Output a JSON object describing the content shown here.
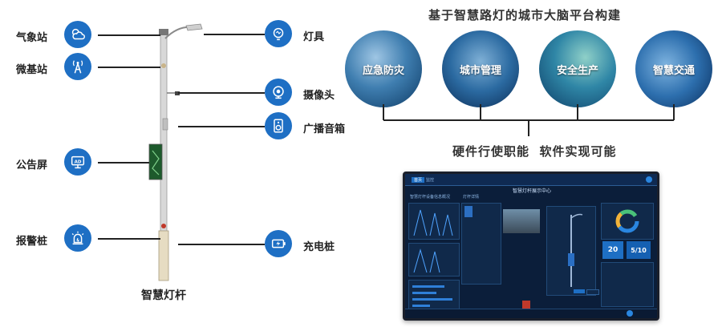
{
  "pole": {
    "caption": "智慧灯杆",
    "left_items": [
      {
        "label": "气象站",
        "icon": "cloud-sun-icon"
      },
      {
        "label": "微基站",
        "icon": "antenna-tower-icon"
      },
      {
        "label": "公告屏",
        "icon": "ad-screen-icon"
      },
      {
        "label": "报警桩",
        "icon": "alarm-light-icon"
      }
    ],
    "right_items": [
      {
        "label": "灯具",
        "icon": "lamp-bulb-icon"
      },
      {
        "label": "摄像头",
        "icon": "camera-icon"
      },
      {
        "label": "广播音箱",
        "icon": "speaker-icon"
      },
      {
        "label": "充电桩",
        "icon": "charging-icon"
      }
    ],
    "screen_text": "AD"
  },
  "platform": {
    "title": "基于智慧路灯的城市大脑平台构建",
    "bubbles": [
      "应急防灾",
      "城市管理",
      "安全生产",
      "智慧交通"
    ],
    "subtitle": "硬件行使职能  软件实现可能"
  },
  "dashboard": {
    "title": "智慧灯杆展示中心",
    "tabs": [
      "首页",
      "监控"
    ],
    "left_header": "智慧灯杆设备信息概况",
    "center_header": "灯杆详情",
    "stat_value_1": "20",
    "stat_value_2": "5/10",
    "colors": {
      "accent": "#1e6fc4",
      "dashboard_bg": "#0b1e3a"
    }
  }
}
